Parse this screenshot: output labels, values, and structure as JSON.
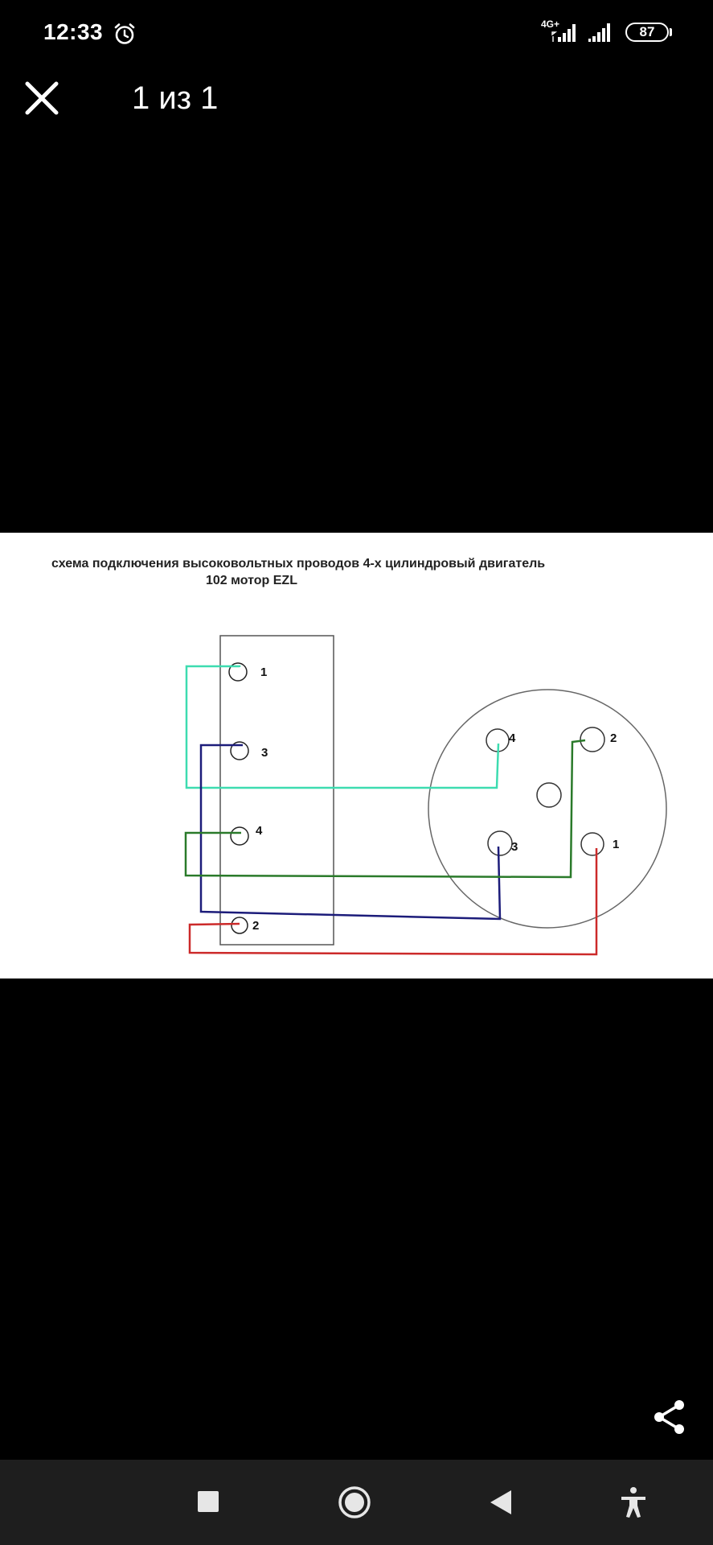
{
  "status_bar": {
    "time": "12:33",
    "network_type": "4G+",
    "battery_level": "87",
    "icons": [
      "alarm-icon",
      "signal-icon",
      "signal-icon"
    ]
  },
  "viewer": {
    "counter_text": "1 из 1",
    "close_icon": "close-icon",
    "share_icon": "share-icon"
  },
  "diagram": {
    "title_line1": "схема подключения высоковольтных проводов 4-х цилиндровый двигатель",
    "title_line2": "102 мотор EZL",
    "coil_pins": [
      "1",
      "3",
      "4",
      "2"
    ],
    "distributor_pins": [
      "4",
      "2",
      "3",
      "1"
    ],
    "wire_colors": {
      "pin1": "#3ddcb0",
      "pin3": "#1c1c7a",
      "pin4": "#2a7a2a",
      "pin2": "#cc2a2a"
    }
  },
  "nav_bar": {
    "icons": [
      "recents-icon",
      "home-icon",
      "back-icon",
      "accessibility-icon"
    ]
  }
}
